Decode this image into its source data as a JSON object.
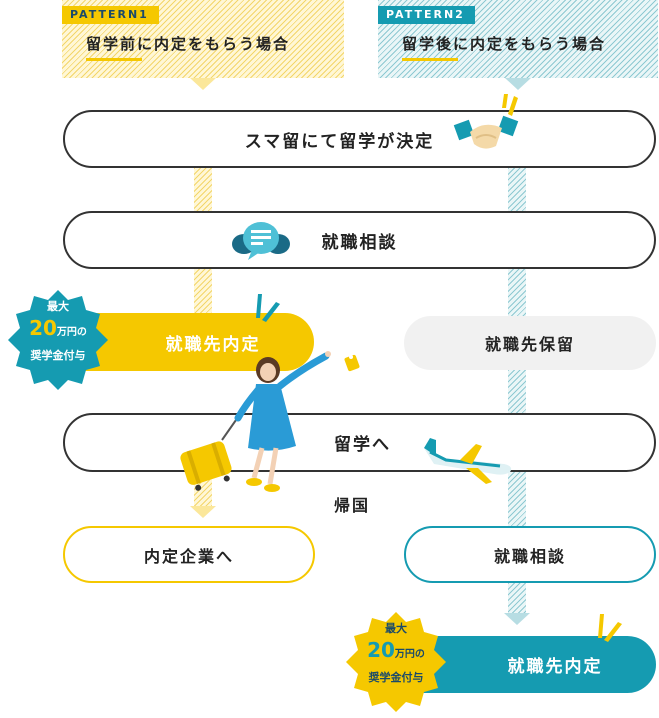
{
  "patterns": [
    {
      "tag": "PATTERN1",
      "title": "留学前に内定をもらう場合"
    },
    {
      "tag": "PATTERN2",
      "title": "留学後に内定をもらう場合"
    }
  ],
  "steps": {
    "decision": "スマ留にて留学が決定",
    "consult": "就職相談",
    "offer_p1": "就職先内定",
    "hold_p2": "就職先保留",
    "study_abroad": "留学へ",
    "return_home": "帰国",
    "to_company": "内定企業へ",
    "consult_p2": "就職相談",
    "offer_p2": "就職先内定"
  },
  "badge": {
    "line1": "最大",
    "amount": "20",
    "unit": "万円の",
    "line3": "奨学金付与"
  },
  "colors": {
    "yellow": "#f5c800",
    "teal": "#159bb1",
    "dark_navy": "#1a4a6a",
    "light_grey": "#f1f1f1"
  },
  "icons": [
    "handshake-icon",
    "chat-bubbles-icon",
    "suitcase-icon",
    "airplane-icon",
    "woman-traveler-illustration",
    "sparkle-icon",
    "luggage-tag-icon"
  ]
}
